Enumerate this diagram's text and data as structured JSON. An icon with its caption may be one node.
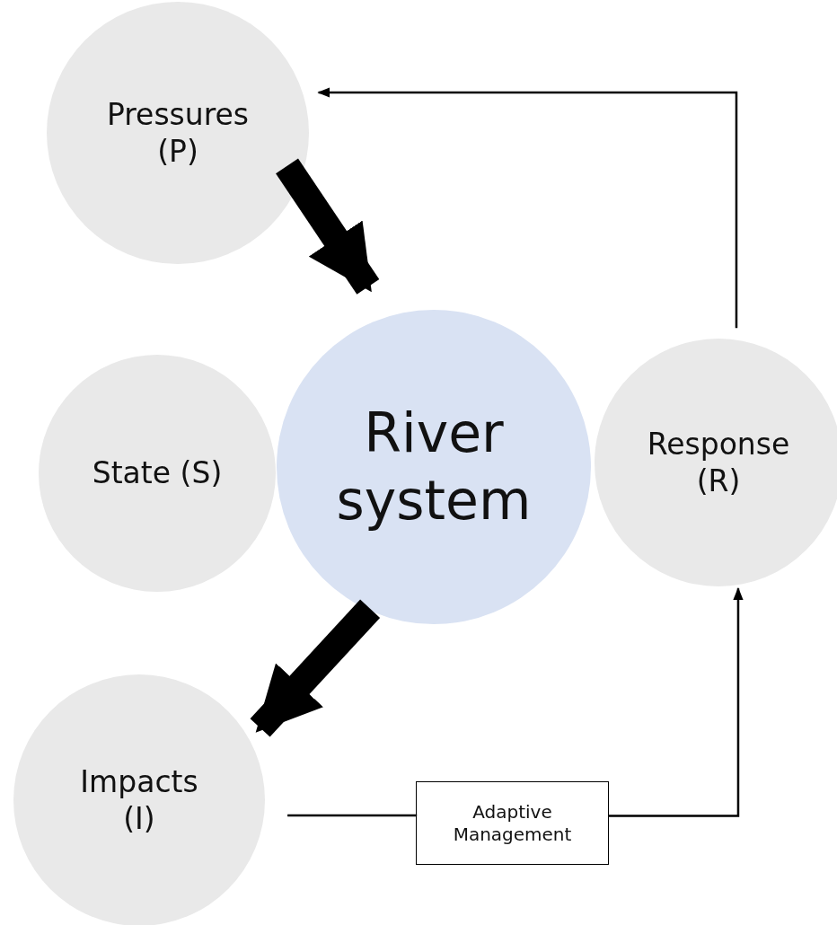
{
  "diagram": {
    "nodes": [
      {
        "text": [
          "Pressures (P)"
        ]
      },
      {
        "text": [
          "State (S)"
        ]
      },
      {
        "text": [
          "River system"
        ]
      },
      {
        "text": [
          "Response (R)"
        ]
      },
      {
        "text": [
          "Impacts (I)"
        ]
      },
      {
        "text": [
          "Adaptive Management"
        ]
      }
    ],
    "edges": [
      {
        "from": 0,
        "to": 2,
        "arrow": "to",
        "style": "thick"
      },
      {
        "from": 2,
        "to": 4,
        "arrow": "to",
        "style": "thick"
      },
      {
        "from": 4,
        "to": 5,
        "arrow": "none"
      },
      {
        "from": 5,
        "to": 3,
        "arrow": "to"
      },
      {
        "from": 3,
        "to": 0,
        "arrow": "to"
      }
    ]
  }
}
